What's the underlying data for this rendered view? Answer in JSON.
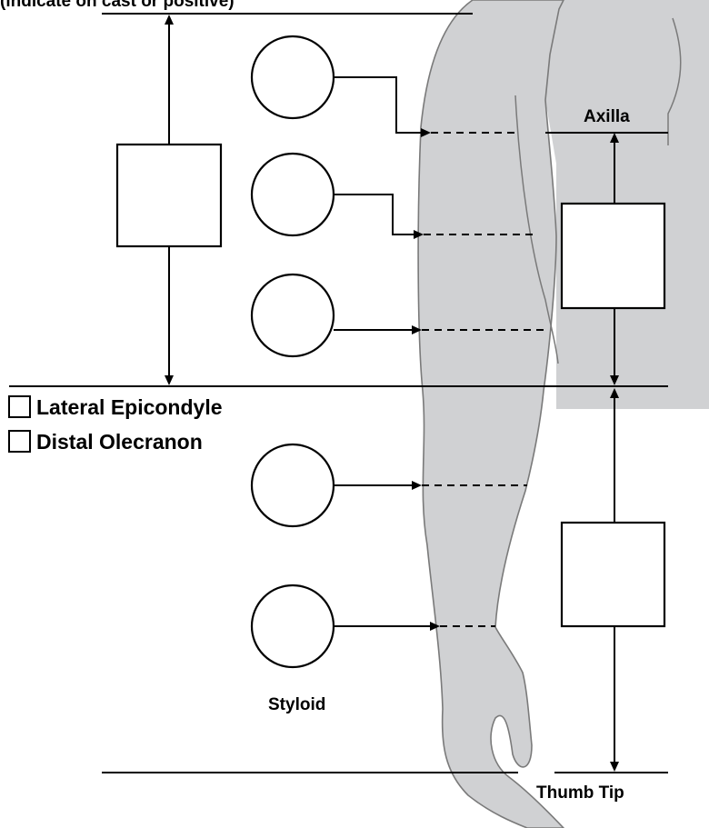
{
  "header": {
    "instruction": "(indicate on cast or positive)"
  },
  "landmarks": {
    "axilla": "Axilla",
    "thumb_tip": "Thumb Tip",
    "styloid": "Styloid"
  },
  "checkboxes": [
    {
      "label": "Lateral Epicondyle",
      "checked": false
    },
    {
      "label": "Distal Olecranon",
      "checked": false
    }
  ],
  "colors": {
    "arm_fill": "#d0d1d3",
    "arm_stroke": "#7a7a7a",
    "line": "#000000"
  }
}
